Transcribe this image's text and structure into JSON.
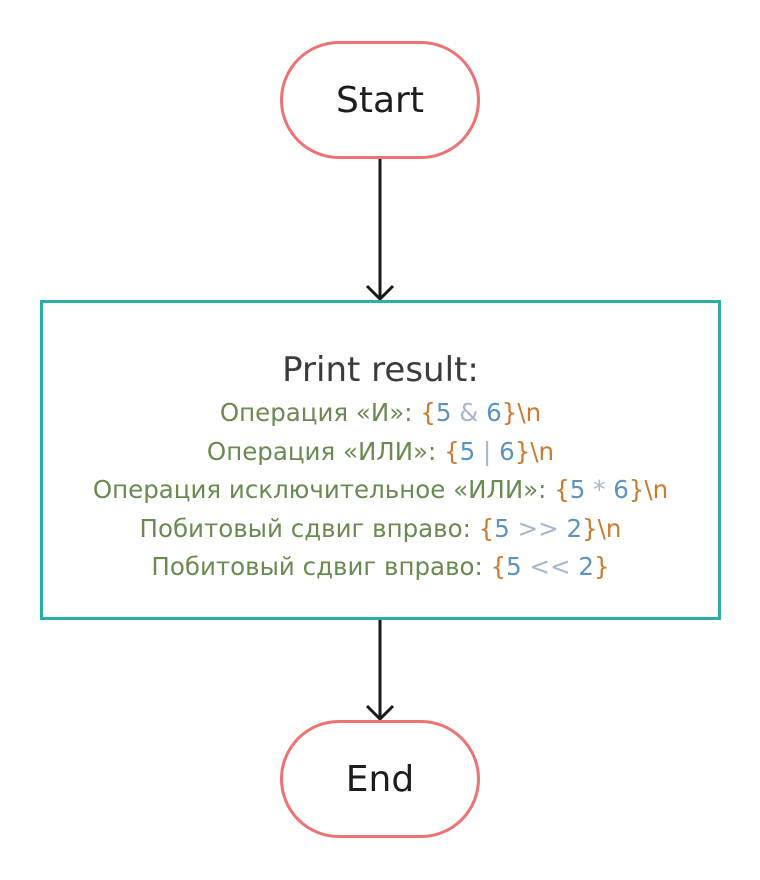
{
  "colors": {
    "terminal_border": "#ee7272",
    "process_border": "#2aaea8",
    "arrow": "#1a1a1a",
    "text_literal": "#6a8a52",
    "brace": "#cc7a2e",
    "number": "#5f93bd",
    "operator": "#a6b7cc"
  },
  "start": {
    "label": "Start"
  },
  "end": {
    "label": "End"
  },
  "process": {
    "title": "Print result:",
    "lines": [
      [
        {
          "t": "Операция «И»: ",
          "k": "text"
        },
        {
          "t": "{",
          "k": "brace"
        },
        {
          "t": "5",
          "k": "num"
        },
        {
          "t": " & ",
          "k": "op"
        },
        {
          "t": "6",
          "k": "num"
        },
        {
          "t": "}\\n",
          "k": "brace"
        }
      ],
      [
        {
          "t": "Операция «ИЛИ»: ",
          "k": "text"
        },
        {
          "t": "{",
          "k": "brace"
        },
        {
          "t": "5",
          "k": "num"
        },
        {
          "t": " | ",
          "k": "op"
        },
        {
          "t": "6",
          "k": "num"
        },
        {
          "t": "}\\n",
          "k": "brace"
        }
      ],
      [
        {
          "t": "Операция исключительное «ИЛИ»: ",
          "k": "text"
        },
        {
          "t": "{",
          "k": "brace"
        },
        {
          "t": "5",
          "k": "num"
        },
        {
          "t": " * ",
          "k": "op"
        },
        {
          "t": "6",
          "k": "num"
        },
        {
          "t": "}\\n",
          "k": "brace"
        }
      ],
      [
        {
          "t": "Побитовый сдвиг вправо: ",
          "k": "text"
        },
        {
          "t": "{",
          "k": "brace"
        },
        {
          "t": "5",
          "k": "num"
        },
        {
          "t": " >> ",
          "k": "op"
        },
        {
          "t": "2",
          "k": "num"
        },
        {
          "t": "}\\n",
          "k": "brace"
        }
      ],
      [
        {
          "t": "Побитовый сдвиг вправо: ",
          "k": "text"
        },
        {
          "t": "{",
          "k": "brace"
        },
        {
          "t": "5",
          "k": "num"
        },
        {
          "t": " << ",
          "k": "op"
        },
        {
          "t": "2",
          "k": "num"
        },
        {
          "t": "}",
          "k": "brace"
        }
      ]
    ]
  }
}
